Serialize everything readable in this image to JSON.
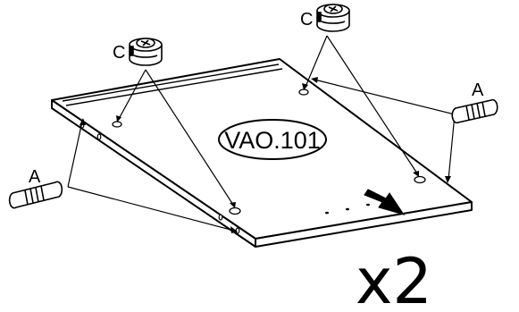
{
  "diagram": {
    "panel_code": "VAO.101",
    "quantity": "x2",
    "parts": {
      "cam_lock_label": "C",
      "dowel_label": "A"
    }
  }
}
